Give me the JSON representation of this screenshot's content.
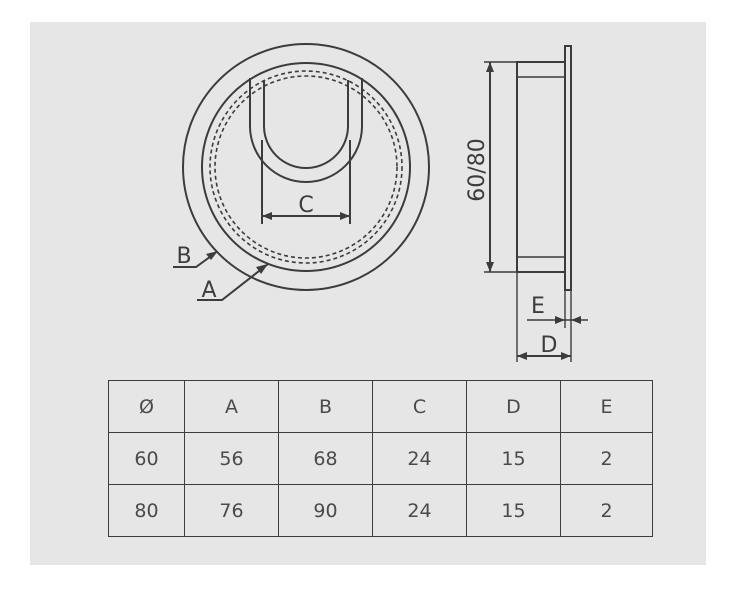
{
  "diagram": {
    "labels": {
      "a": "A",
      "b": "B",
      "c": "C",
      "d": "D",
      "e": "E",
      "height": "60/80"
    }
  },
  "table": {
    "headers": [
      "Ø",
      "A",
      "B",
      "C",
      "D",
      "E"
    ],
    "rows": [
      [
        "60",
        "56",
        "68",
        "24",
        "15",
        "2"
      ],
      [
        "80",
        "76",
        "90",
        "24",
        "15",
        "2"
      ]
    ]
  },
  "colors": {
    "line": "#3c3c3c",
    "background": "#e6e6e6"
  }
}
